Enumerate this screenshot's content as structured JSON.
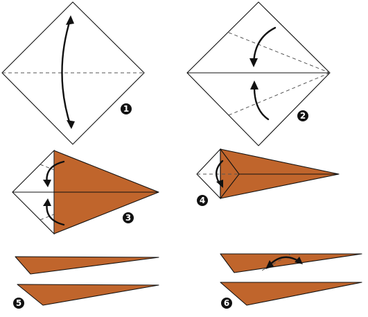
{
  "steps": [
    {
      "number": "1"
    },
    {
      "number": "2"
    },
    {
      "number": "3"
    },
    {
      "number": "4"
    },
    {
      "number": "5"
    },
    {
      "number": "6"
    }
  ],
  "colors": {
    "paper_brown": "#c0652c",
    "paper_white": "#ffffff",
    "lines": "#111111",
    "badge": "#111111"
  }
}
